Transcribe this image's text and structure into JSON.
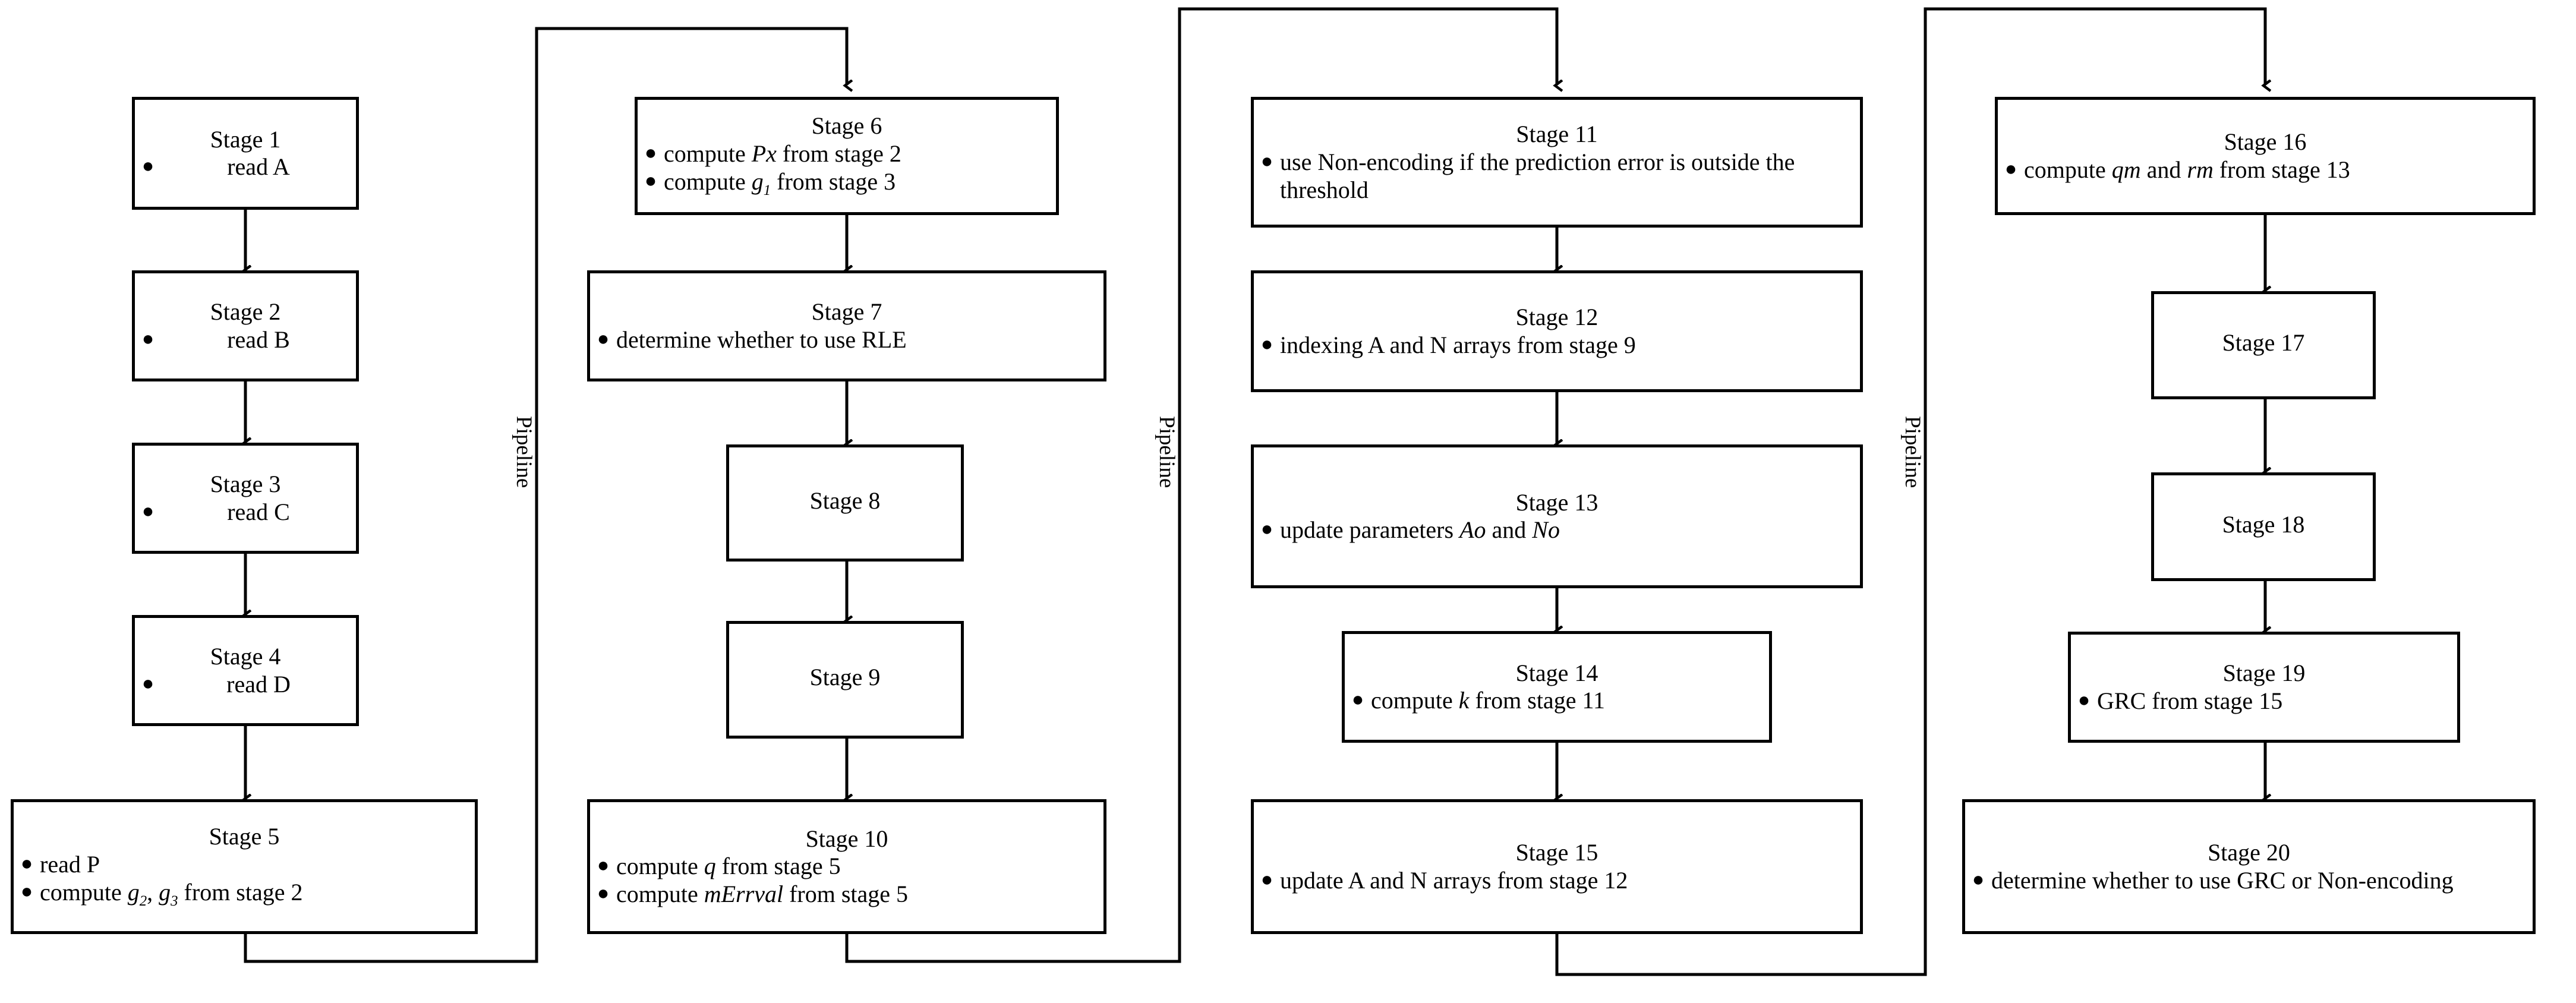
{
  "diagram": {
    "title": "Pipeline stage flow diagram",
    "pipeline_label": "Pipeline",
    "bullet_glyph": "●",
    "line_color": "#000000",
    "background": "#ffffff"
  },
  "columns": [
    {
      "id": "column-1",
      "stages": [
        {
          "id": "stage-1",
          "title": "Stage 1",
          "items": [
            "read A"
          ]
        },
        {
          "id": "stage-2",
          "title": "Stage 2",
          "items": [
            "read B"
          ]
        },
        {
          "id": "stage-3",
          "title": "Stage 3",
          "items": [
            "read C"
          ]
        },
        {
          "id": "stage-4",
          "title": "Stage 4",
          "items": [
            "read D"
          ]
        },
        {
          "id": "stage-5",
          "title": "Stage 5",
          "items": [
            "read P",
            "compute <i>g<sub>2</sub></i>, <i>g<sub>3</sub></i> from stage 2"
          ]
        }
      ]
    },
    {
      "id": "column-2",
      "pipeline_label": "Pipeline",
      "stages": [
        {
          "id": "stage-6",
          "title": "Stage 6",
          "items": [
            "compute <i>Px</i> from stage 2",
            "compute <i>g<sub>1</sub></i> from stage 3"
          ]
        },
        {
          "id": "stage-7",
          "title": "Stage 7",
          "items": [
            "determine whether to use RLE"
          ]
        },
        {
          "id": "stage-8",
          "title": "Stage 8",
          "items": []
        },
        {
          "id": "stage-9",
          "title": "Stage 9",
          "items": []
        },
        {
          "id": "stage-10",
          "title": "Stage 10",
          "items": [
            "compute <i>q</i> from stage 5",
            "compute <i>mErrval</i> from stage 5"
          ]
        }
      ]
    },
    {
      "id": "column-3",
      "pipeline_label": "Pipeline",
      "stages": [
        {
          "id": "stage-11",
          "title": "Stage 11",
          "items": [
            "use Non-encoding if the prediction error is outside the threshold"
          ]
        },
        {
          "id": "stage-12",
          "title": "Stage 12",
          "items": [
            "indexing  A and N arrays from stage 9"
          ]
        },
        {
          "id": "stage-13",
          "title": "Stage 13",
          "items": [
            "update parameters <i>Ao</i> and <i>No</i>"
          ]
        },
        {
          "id": "stage-14",
          "title": "Stage 14",
          "items": [
            "compute <i>k</i> from stage 11"
          ]
        },
        {
          "id": "stage-15",
          "title": "Stage 15",
          "items": [
            "update A and N arrays from stage 12"
          ]
        }
      ]
    },
    {
      "id": "column-4",
      "pipeline_label": "Pipeline",
      "stages": [
        {
          "id": "stage-16",
          "title": "Stage 16",
          "items": [
            "compute <i>qm</i> and <i>rm</i> from stage 13"
          ]
        },
        {
          "id": "stage-17",
          "title": "Stage 17",
          "items": []
        },
        {
          "id": "stage-18",
          "title": "Stage 18",
          "items": []
        },
        {
          "id": "stage-19",
          "title": "Stage 19",
          "items": [
            "GRC from stage 15"
          ]
        },
        {
          "id": "stage-20",
          "title": "Stage 20",
          "items": [
            "determine whether to use GRC or Non-encoding"
          ]
        }
      ]
    }
  ]
}
